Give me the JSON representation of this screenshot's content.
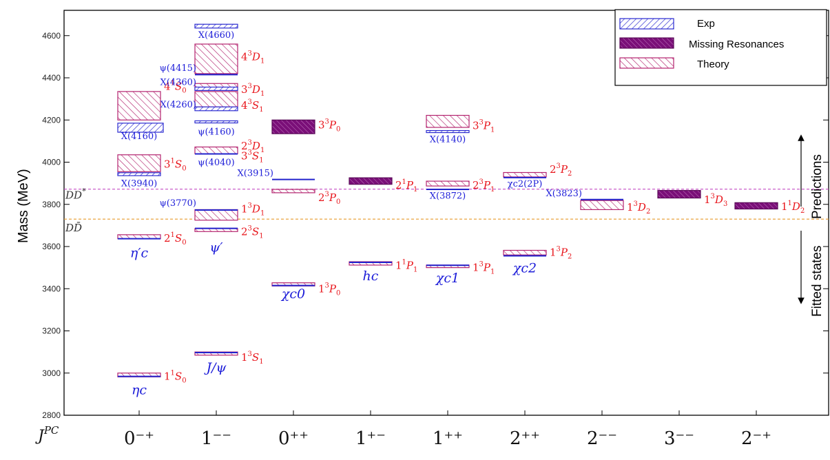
{
  "chart_data": {
    "type": "level-diagram",
    "ylabel": "Mass (MeV)",
    "ylim": [
      2800,
      4720
    ],
    "yticks": [
      2800,
      3000,
      3200,
      3400,
      3600,
      3800,
      4000,
      4200,
      4400,
      4600
    ],
    "jpc_title": "J^PC",
    "columns": [
      "0⁻⁺",
      "1⁻⁻",
      "0⁺⁺",
      "1⁺⁻",
      "1⁺⁺",
      "2⁺⁺",
      "2⁻⁻",
      "3⁻⁻",
      "2⁻⁺"
    ],
    "legend": [
      {
        "name": "Exp",
        "kind": "exp"
      },
      {
        "name": "Missing Resonances",
        "kind": "missing"
      },
      {
        "name": "Theory",
        "kind": "theory"
      }
    ],
    "thresholds": [
      {
        "label": "DD*",
        "mass": 3872,
        "color": "#c44bc4"
      },
      {
        "label": "DD̄",
        "mass": 3730,
        "color": "#e89a2a"
      }
    ],
    "side_labels": {
      "upper": "Predictions",
      "lower": "Fitted states"
    },
    "exp_bars": [
      {
        "col": 0,
        "lo": 4142,
        "hi": 4185
      },
      {
        "col": 0,
        "lo": 3936,
        "hi": 3950
      },
      {
        "col": 1,
        "lo": 4636,
        "hi": 4654
      },
      {
        "col": 1,
        "lo": 4340,
        "hi": 4356
      },
      {
        "col": 1,
        "lo": 4244,
        "hi": 4262
      },
      {
        "col": 1,
        "lo": 4186,
        "hi": 4196
      },
      {
        "col": 4,
        "lo": 4142,
        "hi": 4150
      }
    ],
    "exp_lines": [
      {
        "col": 0,
        "mass": 3637
      },
      {
        "col": 0,
        "mass": 2984
      },
      {
        "col": 1,
        "mass": 4415
      },
      {
        "col": 1,
        "mass": 4039
      },
      {
        "col": 1,
        "mass": 3773
      },
      {
        "col": 1,
        "mass": 3686
      },
      {
        "col": 1,
        "mass": 3097
      },
      {
        "col": 2,
        "mass": 3918
      },
      {
        "col": 2,
        "mass": 3415
      },
      {
        "col": 3,
        "mass": 3525
      },
      {
        "col": 4,
        "mass": 3871
      },
      {
        "col": 4,
        "mass": 3511
      },
      {
        "col": 5,
        "mass": 3927
      },
      {
        "col": 5,
        "mass": 3556
      },
      {
        "col": 6,
        "mass": 3823
      }
    ],
    "theory_bars": [
      {
        "col": 0,
        "lo": 4200,
        "hi": 4335
      },
      {
        "col": 0,
        "lo": 3955,
        "hi": 4035
      },
      {
        "col": 0,
        "lo": 3637,
        "hi": 3656
      },
      {
        "col": 0,
        "lo": 2982,
        "hi": 3000
      },
      {
        "col": 1,
        "lo": 4420,
        "hi": 4560
      },
      {
        "col": 1,
        "lo": 4343,
        "hi": 4373
      },
      {
        "col": 1,
        "lo": 4262,
        "hi": 4335
      },
      {
        "col": 1,
        "lo": 4040,
        "hi": 4072
      },
      {
        "col": 1,
        "lo": 3725,
        "hi": 3775
      },
      {
        "col": 1,
        "lo": 3671,
        "hi": 3685
      },
      {
        "col": 1,
        "lo": 3085,
        "hi": 3100
      },
      {
        "col": 2,
        "lo": 3855,
        "hi": 3871
      },
      {
        "col": 2,
        "lo": 3413,
        "hi": 3428
      },
      {
        "col": 3,
        "lo": 3512,
        "hi": 3528
      },
      {
        "col": 4,
        "lo": 4165,
        "hi": 4222
      },
      {
        "col": 4,
        "lo": 3887,
        "hi": 3910
      },
      {
        "col": 4,
        "lo": 3500,
        "hi": 3512
      },
      {
        "col": 5,
        "lo": 3930,
        "hi": 3951
      },
      {
        "col": 5,
        "lo": 3560,
        "hi": 3582
      },
      {
        "col": 6,
        "lo": 3775,
        "hi": 3818
      }
    ],
    "missing_bars": [
      {
        "col": 2,
        "lo": 4135,
        "hi": 4200
      },
      {
        "col": 3,
        "lo": 3895,
        "hi": 3926
      },
      {
        "col": 7,
        "lo": 3830,
        "hi": 3866
      },
      {
        "col": 8,
        "lo": 3778,
        "hi": 3808
      }
    ],
    "theory_labels": [
      {
        "col": 0,
        "n": "4",
        "s": "1",
        "L": "S",
        "j": "0",
        "mass": 4360
      },
      {
        "col": 0,
        "n": "3",
        "s": "1",
        "L": "S",
        "j": "0",
        "mass": 3990
      },
      {
        "col": 0,
        "n": "2",
        "s": "1",
        "L": "S",
        "j": "0",
        "mass": 3640
      },
      {
        "col": 0,
        "n": "1",
        "s": "1",
        "L": "S",
        "j": "0",
        "mass": 2985
      },
      {
        "col": 1,
        "n": "4",
        "s": "3",
        "L": "D",
        "j": "1",
        "mass": 4500
      },
      {
        "col": 1,
        "n": "3",
        "s": "3",
        "L": "D",
        "j": "1",
        "mass": 4345
      },
      {
        "col": 1,
        "n": "4",
        "s": "3",
        "L": "S",
        "j": "1",
        "mass": 4270
      },
      {
        "col": 1,
        "n": "2",
        "s": "3",
        "L": "D",
        "j": "1",
        "mass": 4077
      },
      {
        "col": 1,
        "n": "3",
        "s": "3",
        "L": "S",
        "j": "1",
        "mass": 4030
      },
      {
        "col": 1,
        "n": "1",
        "s": "3",
        "L": "D",
        "j": "1",
        "mass": 3778
      },
      {
        "col": 1,
        "n": "2",
        "s": "3",
        "L": "S",
        "j": "1",
        "mass": 3670
      },
      {
        "col": 1,
        "n": "1",
        "s": "3",
        "L": "S",
        "j": "1",
        "mass": 3075
      },
      {
        "col": 2,
        "n": "3",
        "s": "3",
        "L": "P",
        "j": "0",
        "mass": 4177
      },
      {
        "col": 2,
        "n": "2",
        "s": "3",
        "L": "P",
        "j": "0",
        "mass": 3832
      },
      {
        "col": 2,
        "n": "1",
        "s": "3",
        "L": "P",
        "j": "0",
        "mass": 3400
      },
      {
        "col": 3,
        "n": "2",
        "s": "1",
        "L": "P",
        "j": "1",
        "mass": 3890
      },
      {
        "col": 3,
        "n": "1",
        "s": "1",
        "L": "P",
        "j": "1",
        "mass": 3510
      },
      {
        "col": 4,
        "n": "3",
        "s": "3",
        "L": "P",
        "j": "1",
        "mass": 4173
      },
      {
        "col": 4,
        "n": "2",
        "s": "3",
        "L": "P",
        "j": "1",
        "mass": 3890
      },
      {
        "col": 4,
        "n": "1",
        "s": "3",
        "L": "P",
        "j": "1",
        "mass": 3500
      },
      {
        "col": 5,
        "n": "2",
        "s": "3",
        "L": "P",
        "j": "2",
        "mass": 3965
      },
      {
        "col": 5,
        "n": "1",
        "s": "3",
        "L": "P",
        "j": "2",
        "mass": 3572
      },
      {
        "col": 6,
        "n": "1",
        "s": "3",
        "L": "D",
        "j": "2",
        "mass": 3786
      },
      {
        "col": 7,
        "n": "1",
        "s": "3",
        "L": "D",
        "j": "3",
        "mass": 3822
      },
      {
        "col": 8,
        "n": "1",
        "s": "1",
        "L": "D",
        "j": "2",
        "mass": 3790
      }
    ],
    "exp_labels": [
      {
        "col": 0,
        "text": "X(3940)",
        "mass": 3885,
        "style": "small",
        "pos": "below"
      },
      {
        "col": 0,
        "text": "X(4160)",
        "mass": 4110,
        "style": "small",
        "pos": "below"
      },
      {
        "col": 1,
        "text": "X(4660)",
        "mass": 4590,
        "style": "small",
        "pos": "below"
      },
      {
        "col": 1,
        "text": "ψ(4415)",
        "mass": 4432,
        "style": "small",
        "pos": "left"
      },
      {
        "col": 1,
        "text": "X(4360)",
        "mass": 4365,
        "style": "small",
        "pos": "left"
      },
      {
        "col": 1,
        "text": "X(4260)",
        "mass": 4260,
        "style": "small",
        "pos": "left"
      },
      {
        "col": 1,
        "text": "ψ(4160)",
        "mass": 4130,
        "style": "small",
        "pos": "below"
      },
      {
        "col": 1,
        "text": "ψ(4040)",
        "mass": 3985,
        "style": "small",
        "pos": "below"
      },
      {
        "col": 1,
        "text": "ψ(3770)",
        "mass": 3793,
        "style": "small",
        "pos": "left"
      },
      {
        "col": 2,
        "text": "X(3915)",
        "mass": 3935,
        "style": "small",
        "pos": "left"
      },
      {
        "col": 4,
        "text": "X(4140)",
        "mass": 4095,
        "style": "small",
        "pos": "below"
      },
      {
        "col": 4,
        "text": "X(3872)",
        "mass": 3827,
        "style": "small",
        "pos": "below"
      },
      {
        "col": 5,
        "text": "χc2(2P)",
        "mass": 3884,
        "style": "small",
        "pos": "below"
      },
      {
        "col": 6,
        "text": "X(3823)",
        "mass": 3838,
        "style": "small",
        "pos": "left"
      },
      {
        "col": 0,
        "text": "η′c",
        "mass": 3550,
        "style": "big",
        "pos": "below"
      },
      {
        "col": 0,
        "text": "ηc",
        "mass": 2900,
        "style": "big",
        "pos": "below"
      },
      {
        "col": 1,
        "text": "ψ′",
        "mass": 3575,
        "style": "big",
        "pos": "below"
      },
      {
        "col": 1,
        "text": "J/ψ",
        "mass": 3005,
        "style": "big",
        "pos": "below"
      },
      {
        "col": 2,
        "text": "χc0",
        "mass": 3355,
        "style": "big",
        "pos": "below"
      },
      {
        "col": 3,
        "text": "hc",
        "mass": 3440,
        "style": "big",
        "pos": "below"
      },
      {
        "col": 4,
        "text": "χc1",
        "mass": 3430,
        "style": "big",
        "pos": "below"
      },
      {
        "col": 5,
        "text": "χc2",
        "mass": 3478,
        "style": "big",
        "pos": "below"
      }
    ]
  }
}
